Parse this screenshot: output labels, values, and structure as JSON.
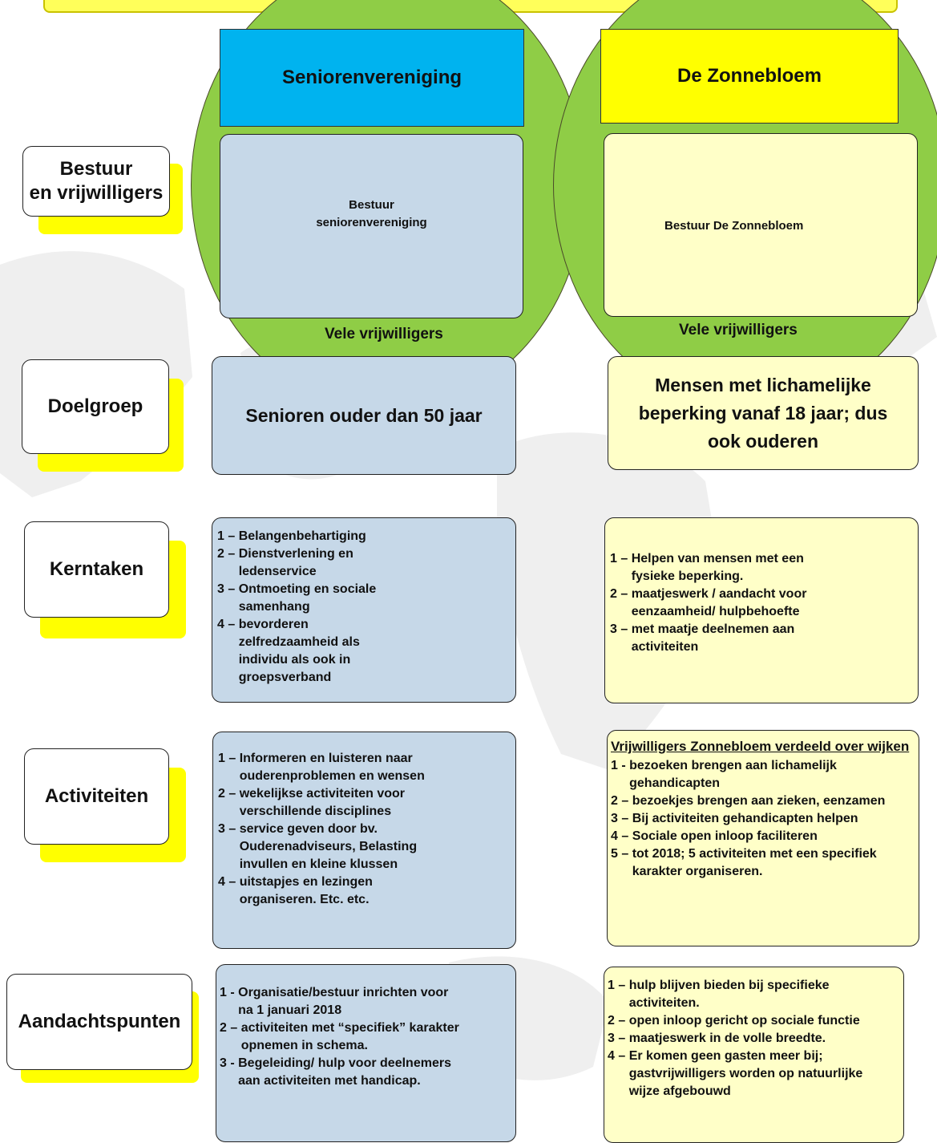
{
  "columns": {
    "left": {
      "title": "Seniorenvereniging",
      "bestuur": "Bestuur\nseniorenvereniging",
      "vrijwilligers": "Vele vrijwilligers",
      "doelgroep": "Senioren ouder dan 50 jaar",
      "kerntaken": [
        {
          "num": "1 – ",
          "text": "Belangenbehartiging"
        },
        {
          "num": "2 – ",
          "text": "Dienstverlening en ledenservice"
        },
        {
          "num": "3 – ",
          "text": "Ontmoeting en sociale samenhang"
        },
        {
          "num": "4 – ",
          "text": "bevorderen zelfredzaamheid als individu als ook in groepsverband"
        }
      ],
      "activiteiten": [
        {
          "num": "1 – ",
          "text": "Informeren en luisteren naar ouderenproblemen en wensen"
        },
        {
          "num": "2 – ",
          "text": "wekelijkse activiteiten voor verschillende disciplines"
        },
        {
          "num": "3 – ",
          "text": "service geven door bv. Ouderenadviseurs, Belasting invullen en kleine klussen"
        },
        {
          "num": "4 – ",
          "text": "uitstapjes en lezingen organiseren. Etc. etc."
        }
      ],
      "aandachtspunten": [
        {
          "num": "1 - ",
          "text": "Organisatie/bestuur inrichten voor na 1 januari 2018"
        },
        {
          "num": "2 – ",
          "text": "activiteiten met “specifiek” karakter opnemen in schema."
        },
        {
          "num": "3 - ",
          "text": "Begeleiding/ hulp voor deelnemers aan activiteiten met handicap."
        }
      ]
    },
    "right": {
      "title": "De Zonnebloem",
      "bestuur": "Bestuur De Zonnebloem",
      "vrijwilligers": "Vele vrijwilligers",
      "doelgroep": "Mensen met lichamelijke beperking vanaf 18 jaar; dus ook ouderen",
      "kerntaken": [
        {
          "num": "1 – ",
          "text": "Helpen van mensen met een fysieke beperking."
        },
        {
          "num": "2 – ",
          "text": "maatjeswerk / aandacht voor eenzaamheid/ hulpbehoefte"
        },
        {
          "num": "3 – ",
          "text": "met maatje deelnemen aan activiteiten"
        }
      ],
      "activiteiten_header": "Vrijwilligers Zonnebloem verdeeld over wijken",
      "activiteiten": [
        {
          "num": "1 - ",
          "text": "bezoeken brengen aan lichamelijk gehandicapten"
        },
        {
          "num": "2 – ",
          "text": "bezoekjes brengen aan zieken, eenzamen"
        },
        {
          "num": "3 – ",
          "text": "Bij activiteiten gehandicapten helpen"
        },
        {
          "num": "4 – ",
          "text": "Sociale open inloop faciliteren"
        },
        {
          "num": "5 – ",
          "text": "tot 2018;  5 activiteiten met een specifiek karakter organiseren."
        }
      ],
      "aandachtspunten": [
        {
          "num": "1 – ",
          "text": "hulp blijven bieden bij specifieke activiteiten."
        },
        {
          "num": "2 – ",
          "text": "open inloop gericht op sociale functie"
        },
        {
          "num": "3 – ",
          "text": "maatjeswerk in de volle breedte."
        },
        {
          "num": "4 – ",
          "text": "Er komen geen gasten meer bij; gastvrijwilligers worden op natuurlijke wijze afgebouwd"
        }
      ]
    }
  },
  "rows": {
    "bestuur": "Bestuur\nen vrijwilligers",
    "doelgroep": "Doelgroep",
    "kerntaken": "Kerntaken",
    "activiteiten": "Activiteiten",
    "aandachtspunten": "Aandachtspunten"
  },
  "colors": {
    "circle": "#8fcd46",
    "blue_header": "#00b3ef",
    "yellow_header": "#ffff00",
    "blue_box": "#c6d8e8",
    "pale_yellow_box": "#ffffc8",
    "label_shadow": "#ffff00"
  }
}
